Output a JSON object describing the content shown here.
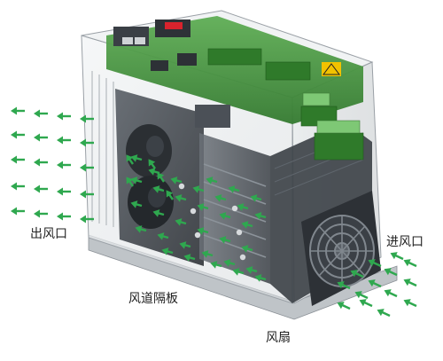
{
  "labels": {
    "air_outlet": "出风口",
    "air_inlet": "进风口",
    "air_duct_baffle": "风道隔板",
    "fan": "风扇"
  },
  "colors": {
    "airflow_arrow": "#2fa84f",
    "pcb_green": "#3f8f3a",
    "housing_outline": "#9aa0a6",
    "heatsink_dark": "#4a4f55",
    "baffle_dark": "#3a3f45",
    "warning_yellow": "#f2c200",
    "keypad_red": "#d9232d"
  },
  "icons": [
    "warning-triangle-icon",
    "fan-grille-icon",
    "airflow-arrow-icon"
  ]
}
